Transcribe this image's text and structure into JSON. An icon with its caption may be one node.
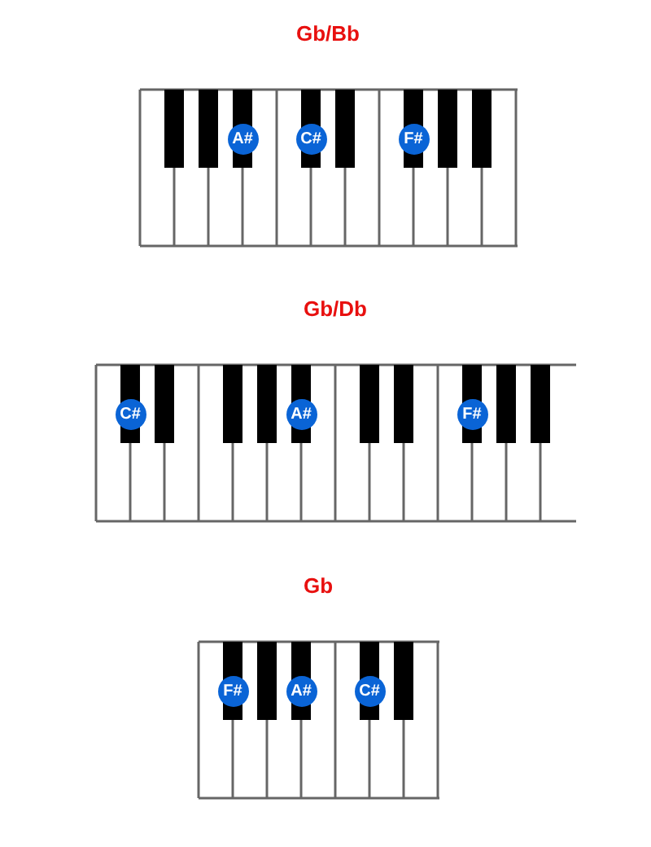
{
  "diagram": {
    "labels": [
      "Gb/Bb",
      "A#",
      "C#",
      "F#",
      "Gb/Db",
      "C#",
      "A#",
      "F#",
      "Gb",
      "F#",
      "A#",
      "C#"
    ]
  }
}
